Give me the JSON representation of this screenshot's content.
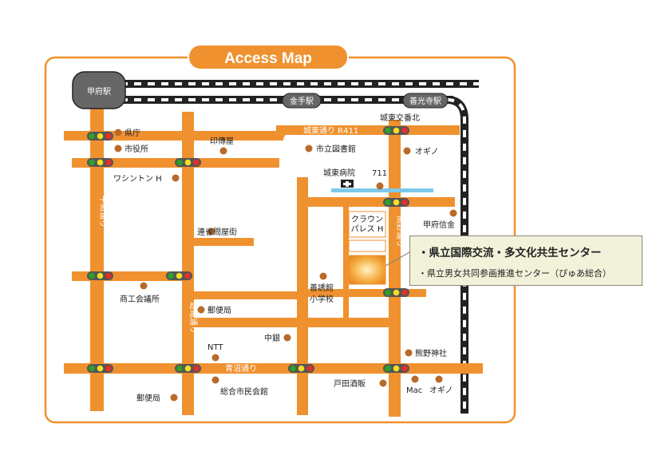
{
  "title": "Access Map",
  "stations": {
    "kofu": "甲府駅",
    "kanete": "金手駅",
    "zenkoji": "善光寺駅"
  },
  "roads": {
    "joto_r411": "城東通り R411",
    "heiwa": "平和通り",
    "yugame": "遊亀通り",
    "aonuma": "青沼通り",
    "kumano": "熊野通り"
  },
  "places": {
    "kencho": "県庁",
    "shiyakusho": "市役所",
    "washington": "ワシントン H",
    "indenya": "印傳屋",
    "toshokan": "市立図書館",
    "joto_koban": "城東交番北",
    "ogino1": "オギノ",
    "joto_byoin": "城東病院",
    "s711": "711",
    "kofu_shinkin": "甲府信金",
    "crown1": "クラウン",
    "crown2": "パレス H",
    "renjaku": "連雀問屋街",
    "zendan1": "善誘館",
    "zendan2": "小学校",
    "shoko": "商工会議所",
    "yubin1": "郵便局",
    "nakagin": "中銀",
    "ntt": "NTT",
    "kumano_jinja": "熊野神社",
    "toda": "戸田酒販",
    "mac": "Mac",
    "ogino2": "オギノ",
    "yubin2": "郵便局",
    "sogo": "総合市民会館"
  },
  "callout": {
    "main": "・県立国際交流・多文化共生センター",
    "sub": "・県立男女共同参画推進センター（ぴゅあ総合）"
  },
  "colors": {
    "road": "#f0912f",
    "frame": "#f0912f",
    "title_bg": "#f0912f",
    "river": "#7ec8e8",
    "poi": "#b86a2a",
    "station": "#666666",
    "target": "#f4a23a",
    "signal_green": "#2ca02c",
    "signal_yellow": "#f2e021",
    "signal_red": "#e0302a"
  }
}
